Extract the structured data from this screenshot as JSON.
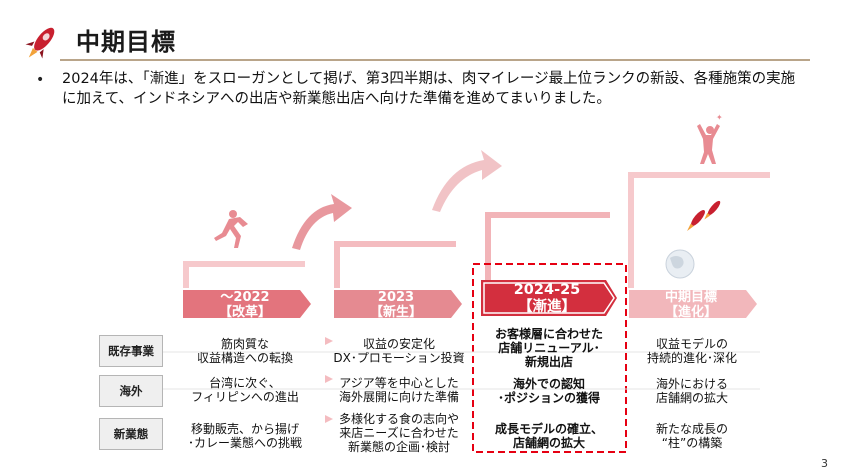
{
  "title": "中期目標",
  "bullet": "2024年は、「漸進」をスローガンとして掲げ、第3四半期は、肉マイレージ最上位ランクの新設、各種施策の実施に加えて、インドネシアへの出店や新業態出店へ向けた準備を進めてまいりました。",
  "phases": [
    {
      "line1": "〜2022",
      "line2": "【改革】"
    },
    {
      "line1": "2023",
      "line2": "【新生】"
    },
    {
      "line1": "2024-25",
      "line2": "【漸進】"
    },
    {
      "line1": "中期目標",
      "line2": "【進化】"
    }
  ],
  "rows": [
    "既存事業",
    "海外",
    "新業態"
  ],
  "cells": {
    "c1": [
      "筋肉質な\n収益構造への転換",
      "台湾に次ぐ、\nフィリピンへの進出",
      "移動販売、から揚げ\n･カレー業態への挑戦"
    ],
    "c2": [
      "収益の安定化\nDX･プロモーション投資",
      "アジア等を中心とした\n海外展開に向けた準備",
      "多様化する食の志向や\n来店ニーズに合わせた\n新業態の企画･検討"
    ],
    "c3": [
      "お客様層に合わせた\n店舗リニューアル･\n新規出店",
      "海外での認知\n･ポジションの獲得",
      "成長モデルの確立、\n店舗網の拡大"
    ],
    "c4": [
      "収益モデルの\n持続的進化･深化",
      "海外における\n店舗網の拡大",
      "新たな成長の\n“柱”の構築"
    ]
  },
  "page_number": "3",
  "colors": {
    "phase_light": "#eaa0a6",
    "phase_mid": "#e3747d",
    "phase_strong": "#d32f3e",
    "accent_red": "#e60012"
  }
}
